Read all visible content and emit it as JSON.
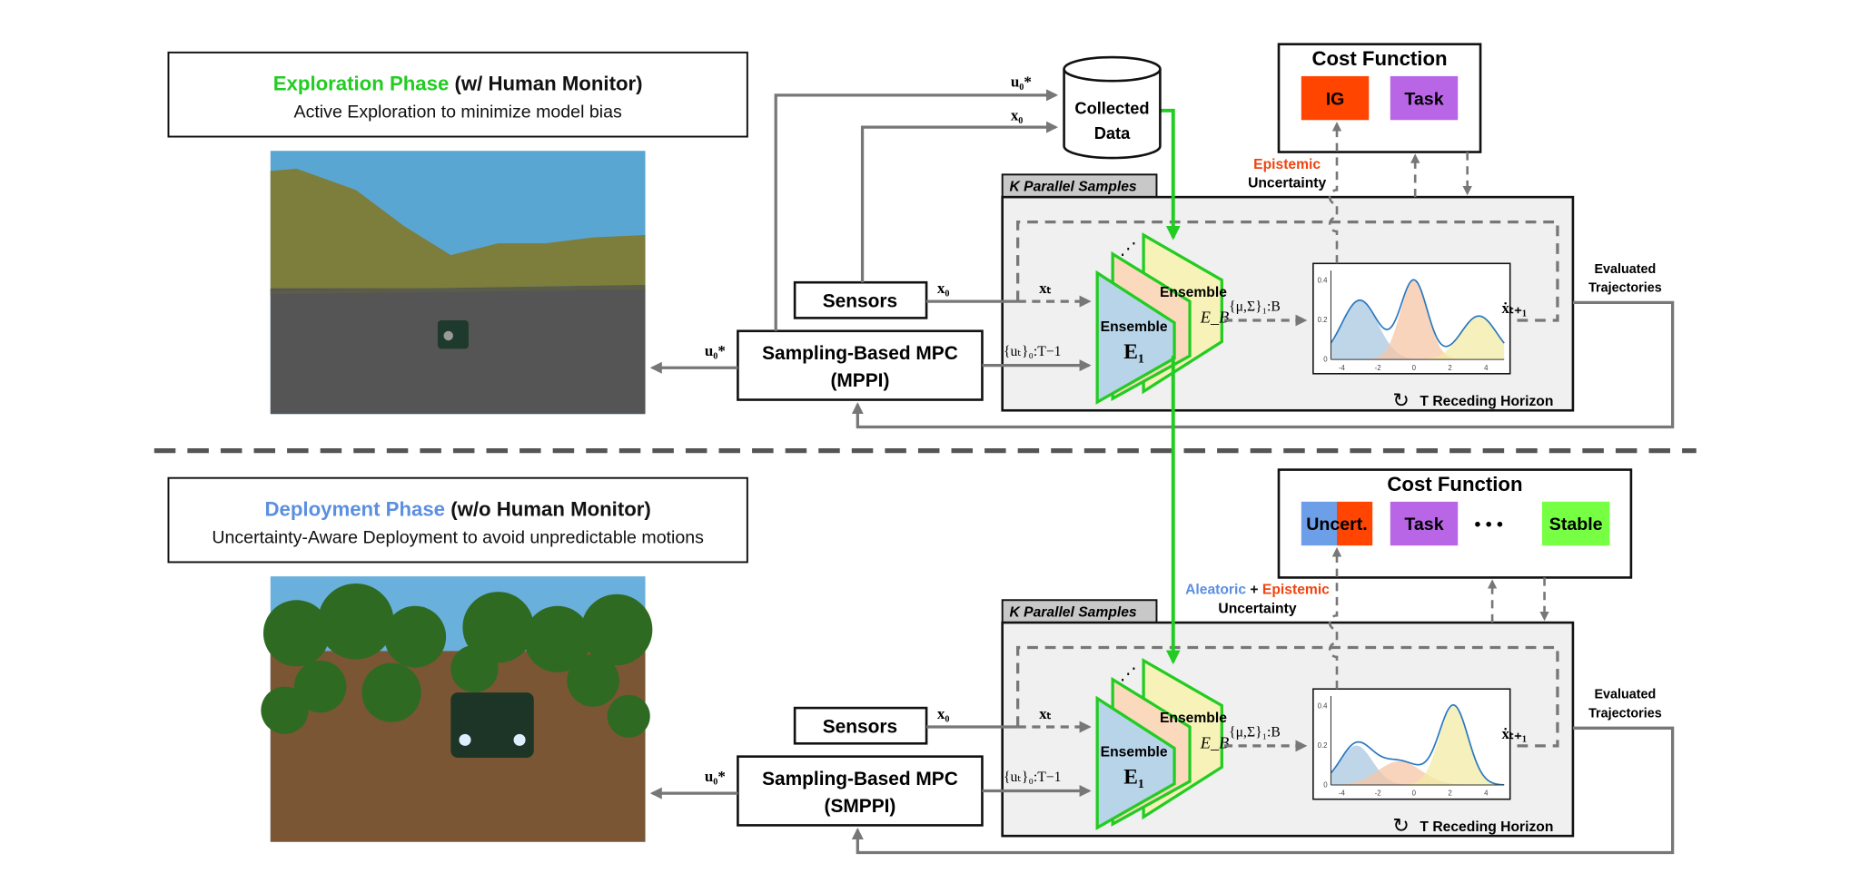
{
  "colors": {
    "green": "#22cc22",
    "blue_text": "#5b8fe0",
    "orange_text": "#ee4411",
    "ig": "#ff4500",
    "task": "#b966e6",
    "stable": "#77ff44",
    "uncert_blue": "#6c9fe8",
    "panel": "#f0f0f0",
    "tab": "#c8c8c8",
    "arrow": "#777777"
  },
  "phases": [
    {
      "title_colored": "Exploration Phase",
      "title_rest": " (w/ Human Monitor)",
      "title_color": "#22cc22",
      "subtitle": "Active Exploration to minimize model bias",
      "scene": "open-terrain",
      "mpc_line1": "Sampling-Based MPC",
      "mpc_line2": "(MPPI)",
      "sensors": "Sensors",
      "u0": "u₀*",
      "x0": "x₀",
      "xt": "xₜ",
      "useq": "{uₜ}₀:T−1",
      "musigma": "{μ,Σ}₁:B",
      "xdot": "ẋₜ₊₁",
      "ensemble": "Ensemble",
      "e1": "E₁",
      "eb": "E_B",
      "tab": "K Parallel Samples",
      "horizon": "T Receding Horizon",
      "evaluated1": "Evaluated",
      "evaluated2": "Trajectories",
      "cost_title": "Cost Function",
      "cost_terms": [
        {
          "label": "IG",
          "color": "#ff4500"
        },
        {
          "label": "Task",
          "color": "#b966e6"
        }
      ],
      "unc_label1": [
        {
          "text": "Epistemic",
          "color": "#ee4411"
        }
      ],
      "unc_label2": "Uncertainty",
      "plot": {
        "xticks": [
          -4,
          -2,
          0,
          2,
          4
        ],
        "yticks": [
          0,
          0.2,
          0.4
        ],
        "components": [
          {
            "mu": -3,
            "sigma": 1.0,
            "amp": 0.3,
            "color": "#a9c8e0"
          },
          {
            "mu": 0,
            "sigma": 0.75,
            "amp": 0.4,
            "color": "#f7c6a6"
          },
          {
            "mu": 3.6,
            "sigma": 1.0,
            "amp": 0.22,
            "color": "#f1eba6"
          }
        ]
      }
    },
    {
      "title_colored": "Deployment Phase",
      "title_rest": " (w/o Human Monitor)",
      "title_color": "#5b8fe0",
      "subtitle": "Uncertainty-Aware Deployment to avoid unpredictable motions",
      "scene": "forest",
      "mpc_line1": "Sampling-Based MPC",
      "mpc_line2": "(SMPPI)",
      "sensors": "Sensors",
      "u0": "u₀*",
      "x0": "x₀",
      "xt": "xₜ",
      "useq": "{uₜ}₀:T−1",
      "musigma": "{μ,Σ}₁:B",
      "xdot": "ẋₜ₊₁",
      "ensemble": "Ensemble",
      "e1": "E₁",
      "eb": "E_B",
      "tab": "K Parallel Samples",
      "horizon": "T Receding Horizon",
      "evaluated1": "Evaluated",
      "evaluated2": "Trajectories",
      "cost_title": "Cost Function",
      "cost_terms": [
        {
          "label": "Uncert.",
          "color": "split"
        },
        {
          "label": "Task",
          "color": "#b966e6"
        },
        {
          "label": "• • •",
          "color": "none"
        },
        {
          "label": "Stable",
          "color": "#77ff44"
        }
      ],
      "unc_label1": [
        {
          "text": "Aleatoric",
          "color": "#5b8fe0"
        },
        {
          "text": " + ",
          "color": "#111111"
        },
        {
          "text": "Epistemic",
          "color": "#ee4411"
        }
      ],
      "unc_label2": "Uncertainty",
      "plot": {
        "xticks": [
          -4,
          -2,
          0,
          2,
          4
        ],
        "yticks": [
          0,
          0.2,
          0.4
        ],
        "components": [
          {
            "mu": -3.2,
            "sigma": 0.9,
            "amp": 0.2,
            "color": "#a9c8e0"
          },
          {
            "mu": -0.8,
            "sigma": 1.2,
            "amp": 0.12,
            "color": "#f7c6a6"
          },
          {
            "mu": 2.2,
            "sigma": 0.8,
            "amp": 0.4,
            "color": "#f1eba6"
          }
        ]
      }
    }
  ],
  "collected_data": [
    "Collected",
    "Data"
  ]
}
